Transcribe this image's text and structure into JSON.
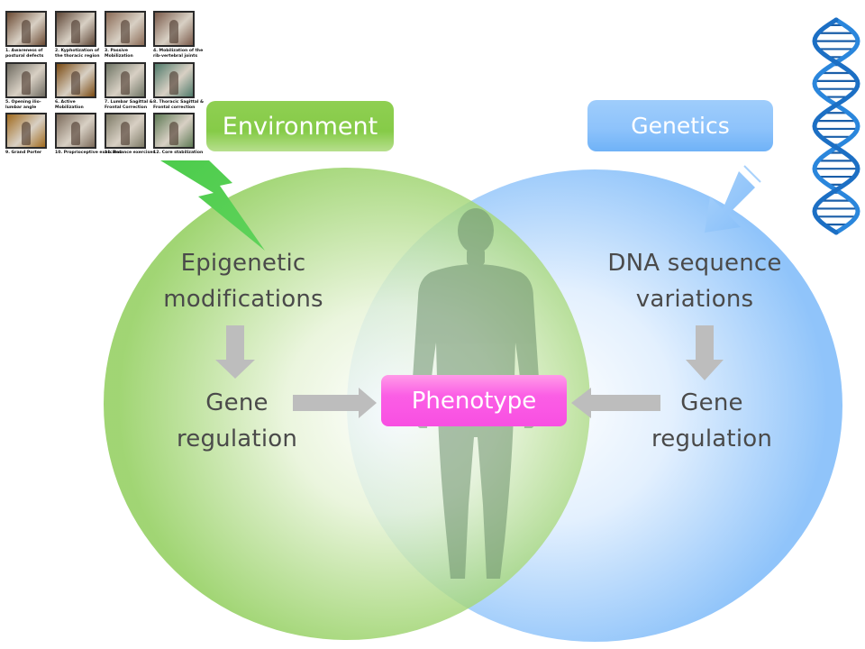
{
  "diagram": {
    "title_boxes": {
      "environment": "Environment",
      "genetics": "Genetics",
      "phenotype": "Phenotype"
    },
    "left_circle": {
      "top_label_line1": "Epigenetic",
      "top_label_line2": "modifications",
      "bottom_label_line1": "Gene",
      "bottom_label_line2": "regulation"
    },
    "right_circle": {
      "top_label_line1": "DNA sequence",
      "top_label_line2": "variations",
      "bottom_label_line1": "Gene",
      "bottom_label_line2": "regulation"
    },
    "colors": {
      "environment_green": "#8fcf52",
      "genetics_blue": "#8ec3fb",
      "phenotype_pink": "#fb5ee5",
      "arrow_gray": "#bdbdbd",
      "text_gray": "#4a4a4a",
      "dna_blue": "#1e7ad6"
    },
    "icons": {
      "lightning": "lightning-bolt-icon",
      "genetics_arrow": "arrow-down-left-icon",
      "dna": "dna-helix-icon",
      "human": "human-silhouette-icon"
    }
  },
  "exercise_thumbnails": [
    {
      "caption_line1": "1. Awareness of",
      "caption_line2": "postural defects",
      "color": "#6b4a33"
    },
    {
      "caption_line1": "2. Kyphotization of",
      "caption_line2": "the thoracic region",
      "color": "#5e4636"
    },
    {
      "caption_line1": "3. Passive",
      "caption_line2": "Mobilization",
      "color": "#8a6a55"
    },
    {
      "caption_line1": "4. Mobilization of the",
      "caption_line2": "rib-vertebral joints",
      "color": "#7a5a4a"
    },
    {
      "caption_line1": "5. Opening ilio-",
      "caption_line2": "lumbar angle",
      "color": "#6e6a60"
    },
    {
      "caption_line1": "6. Active",
      "caption_line2": "Mobilization",
      "color": "#7a4a12"
    },
    {
      "caption_line1": "7. Lumbar Sagittal &",
      "caption_line2": "Frontal Correction",
      "color": "#6f7565"
    },
    {
      "caption_line1": "8. Thoracic Sagittal &",
      "caption_line2": "Frontal correction",
      "color": "#4f7a6a"
    },
    {
      "caption_line1": "9. Grand Porter",
      "caption_line2": "",
      "color": "#a06a1e"
    },
    {
      "caption_line1": "10. Proprioceptive exercises",
      "caption_line2": "",
      "color": "#7b6a5a"
    },
    {
      "caption_line1": "11. Balance exercises",
      "caption_line2": "",
      "color": "#7d7a66"
    },
    {
      "caption_line1": "12. Core stabilization",
      "caption_line2": "",
      "color": "#5e7a55"
    }
  ]
}
